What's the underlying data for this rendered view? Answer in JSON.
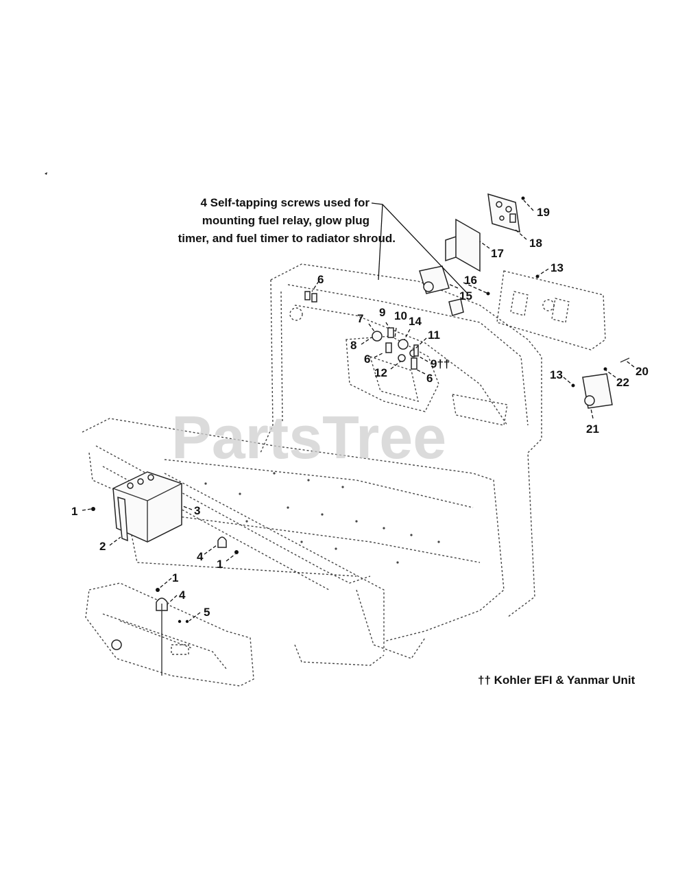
{
  "watermark": "PartsTree",
  "note_screws": {
    "line1": "4 Self-tapping screws used for",
    "line2": "mounting fuel relay, glow plug",
    "line3": "timer, and fuel timer to radiator shroud."
  },
  "footnote": "†† Kohler EFI & Yanmar Unit",
  "callouts": {
    "c1a": "1",
    "c1b": "1",
    "c1c": "1",
    "c2": "2",
    "c3": "3",
    "c4a": "4",
    "c4b": "4",
    "c5": "5",
    "c6a": "6",
    "c6b": "6",
    "c6c": "6",
    "c7": "7",
    "c8": "8",
    "c9a": "9",
    "c9b": "9††",
    "c10": "10",
    "c11": "11",
    "c12": "12",
    "c13a": "13",
    "c13b": "13",
    "c14": "14",
    "c15": "15",
    "c16": "16",
    "c17": "17",
    "c18": "18",
    "c19": "19",
    "c20": "20",
    "c21": "21",
    "c22": "22"
  }
}
